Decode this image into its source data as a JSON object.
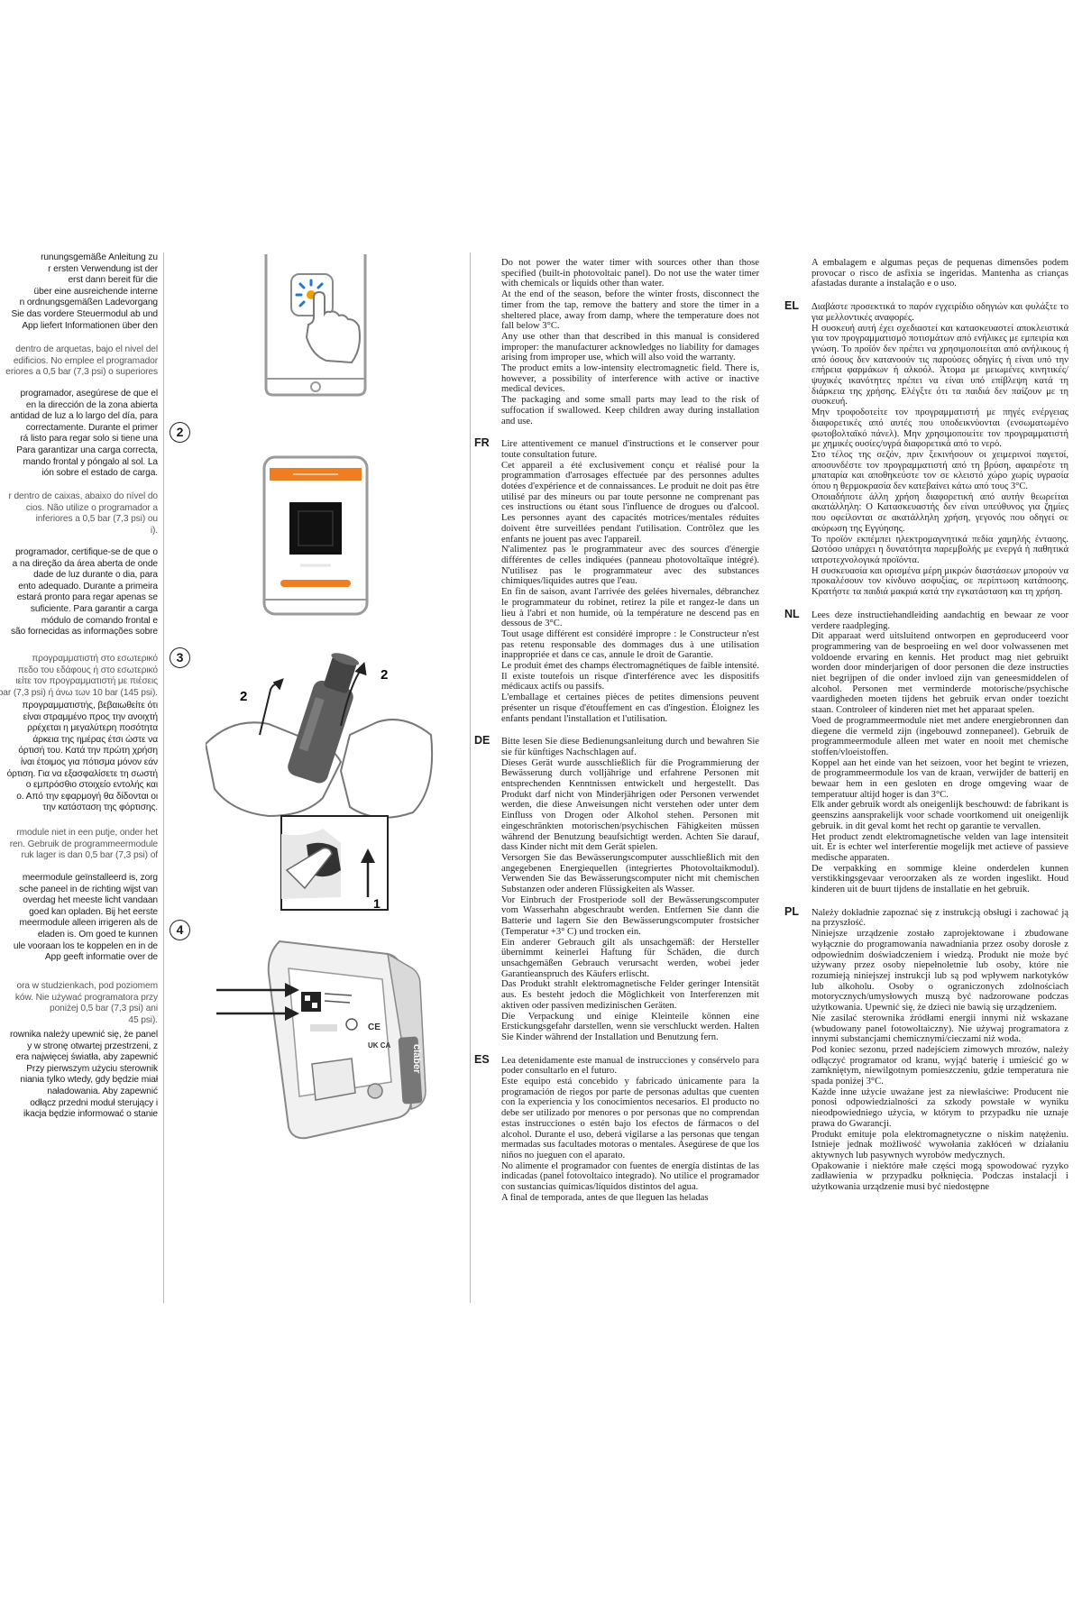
{
  "left_column": {
    "de_tail": [
      "runungsgemäße Anleitung zu",
      "r ersten Verwendung ist der",
      "erst dann bereit für die",
      "über eine ausreichende interne",
      "n ordnungsgemäßen Ladevorgang",
      "Sie das vordere Steuermodul ab und",
      "App liefert Informationen über den"
    ],
    "es_1": [
      "dentro de arquetas, bajo el nivel del",
      "edificios. No emplee el programador",
      "eriores a 0,5 bar (7,3 psi) o superiores"
    ],
    "es_2": [
      "programador, asegúrese de que el",
      "en la dirección de la zona abierta",
      "antidad de luz a lo largo del día, para",
      "correctamente. Durante el primer",
      "rá listo para regar solo si tiene una",
      "Para garantizar una carga correcta,",
      "mando frontal y póngalo al sol. La",
      "ión sobre el estado de carga."
    ],
    "pt_1": [
      "r dentro de caixas, abaixo do nível do",
      "cios. Não utilize o programador a",
      "inferiores a 0,5 bar (7,3 psi) ou",
      "i)."
    ],
    "pt_2": [
      "programador, certifique-se de que o",
      "a na direção da área aberta de onde",
      "dade de luz durante o dia, para",
      "ento adequado. Durante a primeira",
      "estará pronto para regar apenas se",
      "suficiente. Para garantir a carga",
      "módulo de comando frontal e",
      "são fornecidas as informações sobre"
    ],
    "el_1": [
      "προγραμματιστή στο εσωτερικό",
      "πεδο του εδάφους ή στο εσωτερικό",
      "ιείτε τον προγραμματιστή με πιέσεις",
      "bar (7,3 psi) ή άνω των 10 bar (145 psi)."
    ],
    "el_2": [
      "προγραμματιστής, βεβαιωθείτε ότι",
      "είναι στραμμένο προς την ανοιχτή",
      "ρρέχεται η μεγαλύτερη ποσότητα",
      "άρκεια της ημέρας έτσι ώστε να",
      "όρτισή του. Κατά την πρώτη χρήση",
      "ίναι έτοιμος για πότισμα μόνον εάν",
      "όρτιση. Για να εξασφαλίσετε τη σωστή",
      "ο εμπρόσθιο στοιχείο εντολής και",
      "ο. Από την εφαρμογή θα δίδονται οι",
      "την κατάσταση της φόρτισης."
    ],
    "nl_1": [
      "rmodule niet in een putje, onder het",
      "ren. Gebruik de programmeermodule",
      "ruk lager is dan 0,5 bar (7,3 psi) of"
    ],
    "nl_2": [
      "meermodule geïnstalleerd is, zorg",
      "sche paneel in de richting wijst van",
      "overdag het meeste licht vandaan",
      "goed kan opladen. Bij het eerste",
      "meermodule alleen irrigeren als de",
      "eladen is. Om goed te kunnen",
      "ule vooraan los te koppelen en in de",
      "App geeft informatie over de"
    ],
    "pl_1": [
      "ora w studzienkach, pod poziomem",
      "ków. Nie używać programatora przy",
      "poniżej 0,5 bar (7,3 psi) ani",
      "45 psi)."
    ],
    "pl_2": [
      "rownika należy upewnić się, że panel",
      "y w stronę otwartej przestrzeni, z",
      "era najwięcej światła, aby zapewnić",
      "Przy pierwszym użyciu sterownik",
      "niania tylko wtedy, gdy będzie miał",
      "naładowania. Aby zapewnić",
      "odłącz przedni moduł sterujący i",
      "ikacja będzie informować o stanie"
    ]
  },
  "steps": [
    "2",
    "3",
    "4"
  ],
  "arrow_labels": {
    "left": "2",
    "right": "2",
    "bottom": "1"
  },
  "device_label": "claber",
  "device_ce": "CE",
  "device_ukca": "UK CA",
  "col_en": [
    "Do not power the water timer with sources other than those specified (built-in photovoltaic panel). Do not use the water timer with chemicals or liquids other than water.",
    "At the end of the season, before the winter frosts, disconnect the timer from the tap, remove the battery and store the timer in a sheltered place, away from damp, where the temperature does not fall below 3°C.",
    "Any use other than that described in this manual is considered improper: the manufacturer acknowledges no liability for damages arising from improper use, which will also void the warranty.",
    "The product emits a low-intensity electromagnetic field. There is, however, a possibility of interference with active or inactive medical devices.",
    "The packaging and some small parts may lead to the risk of suffocation if swallowed. Keep children away during installation and use."
  ],
  "col_fr_code": "FR",
  "col_fr": [
    "Lire attentivement ce manuel d'instructions et le conserver pour toute consultation future.",
    "Cet appareil a été exclusivement conçu et réalisé pour la programmation d'arrosages effectuée par des personnes adultes dotées d'expérience et de connaissances. Le produit ne doit pas être utilisé par des mineurs ou par toute personne ne comprenant pas ces instructions ou étant sous l'influence de drogues ou d'alcool. Les personnes ayant des capacités motrices/mentales réduites doivent être surveillées pendant l'utilisation. Contrôlez que les enfants ne jouent pas avec l'appareil.",
    "N'alimentez pas le programmateur avec des sources d'énergie différentes de celles indiquées (panneau photovoltaïque intégré). N'utilisez pas le programmateur avec des substances chimiques/liquides autres que l'eau.",
    "En fin de saison, avant l'arrivée des gelées hivernales, débranchez le programmateur du robinet, retirez la pile et rangez-le dans un lieu à l'abri et non humide, où la température ne descend pas en dessous de 3°C.",
    "Tout usage différent est considéré impropre : le Constructeur n'est pas retenu responsable des dommages dus à une utilisation inappropriée et dans ce cas, annule le droit de Garantie.",
    "Le produit émet des champs électromagnétiques de faible intensité. Il existe toutefois un risque d'interférence avec les dispositifs médicaux actifs ou passifs.",
    "L'emballage et certaines pièces de petites dimensions peuvent présenter un risque d'étouffement en cas d'ingestion. Éloignez les enfants pendant l'installation et l'utilisation."
  ],
  "col_de_code": "DE",
  "col_de": [
    "Bitte lesen Sie diese Bedienungsanleitung durch und bewahren Sie sie für künftiges Nachschlagen auf.",
    "Dieses Gerät wurde ausschließlich für die Programmierung der Bewässerung durch volljährige und erfahrene Personen mit entsprechenden Kenntnissen entwickelt und hergestellt. Das Produkt darf nicht von Minderjährigen oder Personen verwendet werden, die diese Anweisungen nicht verstehen oder unter dem Einfluss von Drogen oder Alkohol stehen. Personen mit eingeschränkten motorischen/psychischen Fähigkeiten müssen während der Benutzung beaufsichtigt werden. Achten Sie darauf, dass Kinder nicht mit dem Gerät spielen.",
    "Versorgen Sie das Bewässerungscomputer ausschließlich mit den angegebenen Energiequellen (integriertes Photovoltaikmodul). Verwenden Sie das Bewässerungscomputer nicht mit chemischen Substanzen oder anderen Flüssigkeiten als Wasser.",
    "Vor Einbruch der Frostperiode soll der Bewässerungscomputer vom Wasserhahn abgeschraubt werden. Entfernen Sie dann die Batterie und lagern Sie den Bewässerungscomputer frostsicher (Temperatur +3° C) und trocken ein.",
    "Ein anderer Gebrauch gilt als unsachgemäß: der Hersteller übernimmt keinerlei Haftung für Schäden, die durch unsachgemäßen Gebrauch verursacht werden, wobei jeder Garantieanspruch des Käufers erlischt.",
    "Das Produkt strahlt elektromagnetische Felder geringer Intensität aus. Es besteht jedoch die Möglichkeit von Interferenzen mit aktiven oder passiven medizinischen Geräten.",
    "Die Verpackung und einige Kleinteile können eine Erstickungsgefahr darstellen, wenn sie verschluckt werden. Halten Sie Kinder während der Installation und Benutzung fern."
  ],
  "col_es_code": "ES",
  "col_es": [
    "Lea detenidamente este manual de instrucciones y consérvelo para poder consultarlo en el futuro.",
    "Este equipo está concebido y fabricado únicamente para la programación de riegos por parte de personas adultas que cuenten con la experiencia y los conocimientos necesarios. El producto no debe ser utilizado por menores o por personas que no comprendan estas instrucciones o estén bajo los efectos de fármacos o del alcohol. Durante el uso, deberá vigilarse a las personas que tengan mermadas sus facultades motoras o mentales. Asegúrese de que los niños no jueguen con el aparato.",
    "No alimente el programador con fuentes de energía distintas de las indicadas (panel fotovoltaico integrado). No utilice el programador con sustancias químicas/líquidos distintos del agua.",
    "A final de temporada, antes de que lleguen las heladas"
  ],
  "col_pt_top": [
    "A embalagem e algumas peças de pequenas dimensões podem provocar o risco de asfixia se ingeridas. Mantenha as crianças afastadas durante a instalação e o uso."
  ],
  "col_el_code": "EL",
  "col_el": [
    "Διαβάστε προσεκτικά το παρόν εγχειρίδιο οδηγιών και φυλάξτε το για μελλοντικές αναφορές.",
    "Η συσκευή αυτή έχει σχεδιαστεί και κατασκευαστεί αποκλειστικά για τον προγραμματισμό ποτισμάτων από ενήλικες με εμπειρία και γνώση. Το προϊόν δεν πρέπει να χρησιμοποιείται από ανήλικους ή από όσους δεν κατανοούν τις παρούσες οδηγίες ή είναι υπό την επήρεια φαρμάκων ή αλκοόλ. Άτομα με μειωμένες κινητικές/ψυχικές ικανότητες πρέπει να είναι υπό επίβλεψη κατά τη διάρκεια της χρήσης. Ελέγξτε ότι τα παιδιά δεν παίζουν με τη συσκευή.",
    "Μην τροφοδοτείτε τον προγραμματιστή με πηγές ενέργειας διαφορετικές από αυτές που υποδεικνύονται (ενσωματωμένο φωτοβολταϊκό πάνελ). Μην χρησιμοποιείτε τον προγραμματιστή με χημικές ουσίες/υγρά διαφορετικά από το νερό.",
    "Στο τέλος της σεζόν, πριν ξεκινήσουν οι χειμερινοί παγετοί, αποσυνδέστε τον προγραμματιστή από τη βρύση, αφαιρέστε τη μπαταρία και αποθηκεύστε τον σε κλειστό χώρο χωρίς υγρασία όπου η θερμοκρασία δεν κατεβαίνει κάτω από τους 3°C.",
    "Οποιαδήποτε άλλη χρήση διαφορετική από αυτήν θεωρείται ακατάλληλη: Ο Κατασκευαστής δεν είναι υπεύθυνος για ζημίες που οφείλονται σε ακατάλληλη χρήση, γεγονός που οδηγεί σε ακύρωση της Εγγύησης.",
    "Το προϊόν εκπέμπει ηλεκτρομαγνητικά πεδία χαμηλής έντασης. Ωστόσο υπάρχει η δυνατότητα παρεμβολής με ενεργά ή παθητικά ιατροτεχνολογικά προϊόντα.",
    "Η συσκευασία και ορισμένα μέρη μικρών διαστάσεων μπορούν να προκαλέσουν τον κίνδυνο ασφυξίας, σε περίπτωση κατάποσης. Κρατήστε τα παιδιά μακριά κατά την εγκατάσταση και τη χρήση."
  ],
  "col_nl_code": "NL",
  "col_nl": [
    "Lees deze instructiehandleiding aandachtig en bewaar ze voor verdere raadpleging.",
    "Dit apparaat werd uitsluitend ontworpen en geproduceerd voor programmering van de besproeiing en wel door volwassenen met voldoende ervaring en kennis. Het product mag niet gebruikt worden door minderjarigen of door personen die deze instructies niet begrijpen of die onder invloed zijn van geneesmiddelen of alcohol. Personen met verminderde motorische/psychische vaardigheden moeten tijdens het gebruik ervan onder toezicht staan. Controleer of kinderen niet met het apparaat spelen.",
    "Voed de programmeermodule niet met andere energiebronnen dan diegene die vermeld zijn (ingebouwd zonnepaneel). Gebruik de programmeermodule alleen met water en nooit met chemische stoffen/vloeistoffen.",
    "Koppel aan het einde van het seizoen, voor het begint te vriezen, de programmeermodule los van de kraan, verwijder de batterij en bewaar hem in een gesloten en droge omgeving waar de temperatuur altijd hoger is dan 3°C.",
    "Elk ander gebruik wordt als oneigenlijk beschouwd: de fabrikant is geenszins aansprakelijk voor schade voortkomend uit oneigenlijk gebruik. in dit geval komt het recht op garantie te vervallen.",
    "Het product zendt elektromagnetische velden van lage intensiteit uit. Er is echter wel interferentie mogelijk met actieve of passieve medische apparaten.",
    "De verpakking en sommige kleine onderdelen kunnen verstikkingsgevaar veroorzaken als ze worden ingeslikt. Houd kinderen uit de buurt tijdens de installatie en het gebruik."
  ],
  "col_pl_code": "PL",
  "col_pl": [
    "Należy dokładnie zapoznać się z instrukcją obsługi i zachować ją na przyszłość.",
    "Niniejsze urządzenie zostało zaprojektowane i zbudowane wyłącznie do programowania nawadniania przez osoby dorosłe z odpowiednim doświadczeniem i wiedzą. Produkt nie może być używany przez osoby niepełnoletnie lub osoby, które nie rozumieją niniejszej instrukcji lub są pod wpływem narkotyków lub alkoholu. Osoby o ograniczonych zdolnościach motorycznych/umysłowych muszą być nadzorowane podczas użytkowania. Upewnić się, że dzieci nie bawią się urządzeniem.",
    "Nie zasilać sterownika źródłami energii innymi niż wskazane (wbudowany panel fotowoltaiczny). Nie używaj programatora z innymi substancjami chemicznymi/cieczami niż woda.",
    "Pod koniec sezonu, przed nadejściem zimowych mrozów, należy odłączyć programator od kranu, wyjąć baterię i umieścić go w zamkniętym, niewilgotnym pomieszczeniu, gdzie temperatura nie spada poniżej 3°C.",
    "Każde inne użycie uważane jest za niewłaściwe: Producent nie ponosi odpowiedzialności za szkody powstałe w wyniku nieodpowiedniego użycia, w którym to przypadku nie uznaje prawa do Gwarancji.",
    "Produkt emituje pola elektromagnetyczne o niskim natężeniu. Istnieje jednak możliwość wywołania zakłóceń w działaniu aktywnych lub pasywnych wyrobów medycznych.",
    "Opakowanie i niektóre małe części mogą spowodować ryzyko zadławienia w przypadku połknięcia. Podczas instalacji i użytkowania urządzenie musi być niedostępne"
  ]
}
